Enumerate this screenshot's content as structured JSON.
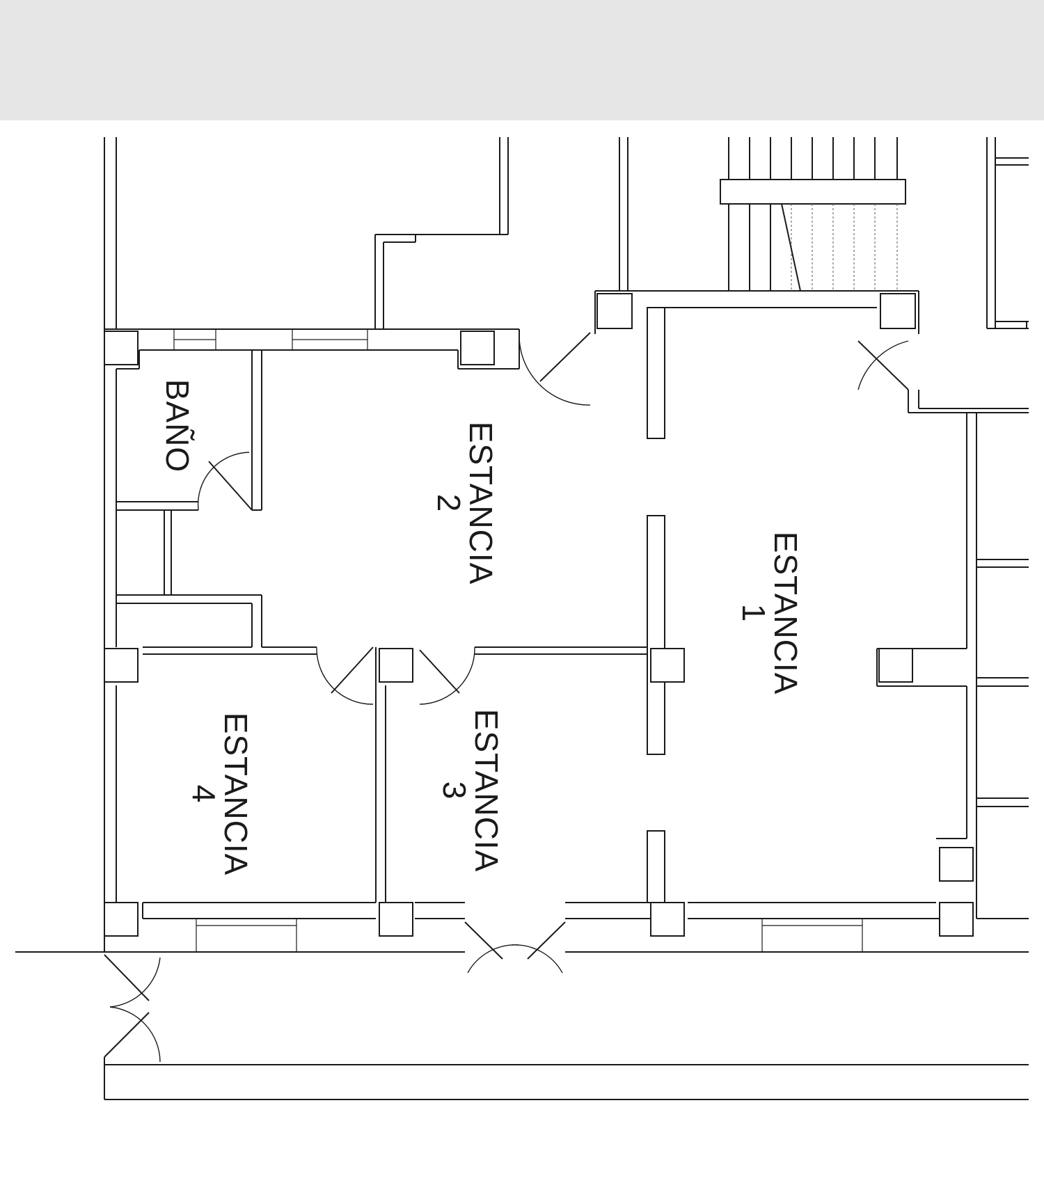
{
  "rooms": {
    "bano": {
      "name": "BAÑO"
    },
    "estancia_1": {
      "name": "ESTANCIA",
      "number": "1"
    },
    "estancia_2": {
      "name": "ESTANCIA",
      "number": "2"
    },
    "estancia_3": {
      "name": "ESTANCIA",
      "number": "3"
    },
    "estancia_4": {
      "name": "ESTANCIA",
      "number": "4"
    }
  }
}
